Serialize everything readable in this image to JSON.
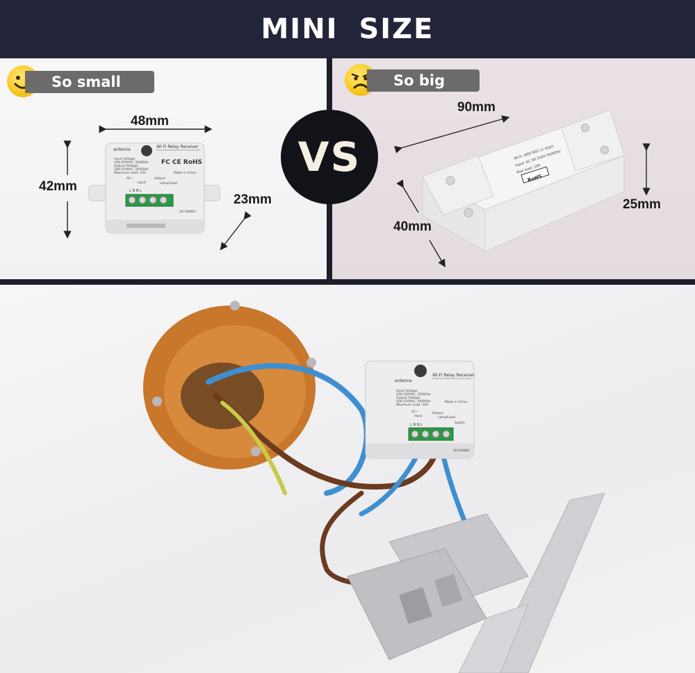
{
  "header": {
    "title": "MINI  SIZE"
  },
  "left_panel": {
    "badge_label": "So small",
    "width_label": "48mm",
    "height_label": "42mm",
    "depth_label": "23mm",
    "device": {
      "antenna": "antenna",
      "title": "Wi-Fi  Relay Receiver",
      "specs": [
        "Input Voltage:",
        "100-250VAC, 50/60Hz",
        "Output Voltage:",
        "100-250VAC, 50/60Hz",
        "Maximum Load: 10A"
      ],
      "marks": "FC CE RoHS",
      "made_in": "Made in China",
      "input": "Input",
      "output": "Output",
      "lamp_load": "Lamp/Load",
      "ac": "AC~",
      "terminals": "L  N  N  L",
      "wire": "26-16AWG"
    }
  },
  "right_panel": {
    "badge_label": "So big",
    "width_label": "90mm",
    "height_label": "25mm",
    "depth_label": "40mm",
    "device": {
      "spec1": "Wi-Fi: IEEE 802.11 b/g/n",
      "spec2": "Input: AC 90-250V  50/60Hz",
      "spec3": "Max load: 10A",
      "rohs": "RoHS"
    }
  },
  "vs_label": "VS",
  "bottom_device": {
    "antenna": "antenna",
    "title": "Wi-Fi  Relay Receiver",
    "specs": [
      "Input Voltage:",
      "100-250VAC, 50/60Hz",
      "Output Voltage:",
      "100-250VAC, 50/60Hz",
      "Maximum Load: 10A"
    ],
    "made_in": "Made in China",
    "input": "Input",
    "output": "Output",
    "lamp_load": "Lamp/Load",
    "ac": "AC~",
    "terminals": "L  N  N  L",
    "switch": "Switch",
    "wire": "26-16AWG"
  },
  "colors": {
    "header_bg": "#22253a",
    "divider": "#1c1e2a",
    "terminal_green": "#2c9a45",
    "junction_box": "#d07a2a",
    "wire_blue": "#3f8fd0",
    "wire_brown": "#6b3a1f",
    "wire_yellow_green": "#c9c94a"
  }
}
